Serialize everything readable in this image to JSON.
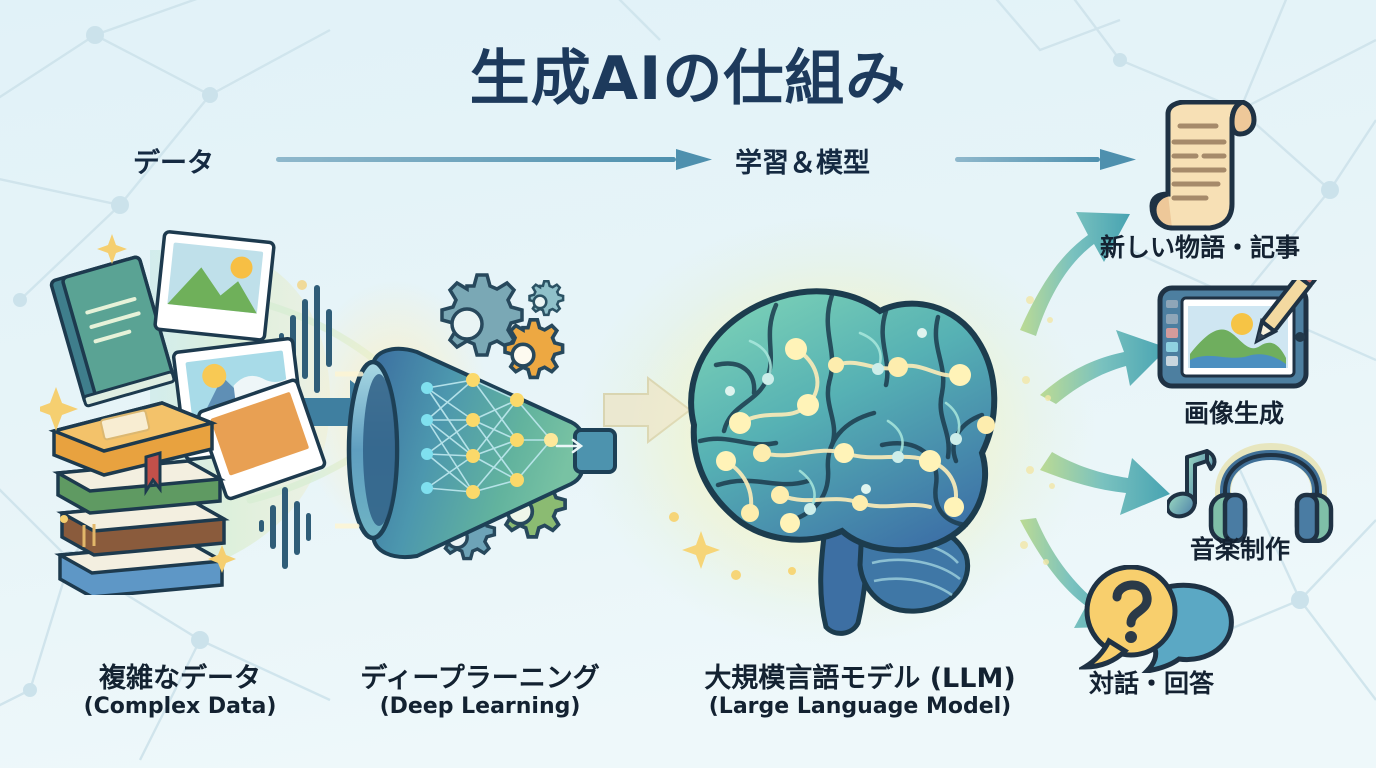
{
  "meta": {
    "title_jp": "生成AIの仕組み",
    "background_color": "#e4f3f8",
    "title_color": "#1d3a5c",
    "accent_teal": "#4a9fb5",
    "accent_green": "#9ccb7a",
    "accent_amber": "#efb44a"
  },
  "flow": {
    "top_labels": [
      {
        "id": "data",
        "text": "データ"
      },
      {
        "id": "train",
        "text": "学習＆模型"
      }
    ],
    "arrow_color": "#6ca3bd"
  },
  "stages": [
    {
      "id": "complex-data",
      "jp": "複雑なデータ",
      "en": "(Complex Data)",
      "icon": "books-photos-audio-icon"
    },
    {
      "id": "deep-learning",
      "jp": "ディープラーニング",
      "en": "(Deep Learning)",
      "icon": "funnel-neural-network-icon"
    },
    {
      "id": "llm",
      "jp": "大規模言語モデル (LLM)",
      "en": "(Large Language Model)",
      "icon": "brain-icon"
    }
  ],
  "outputs": [
    {
      "id": "text",
      "label": "新しい物語・記事",
      "icon": "scroll-icon"
    },
    {
      "id": "image",
      "label": "画像生成",
      "icon": "drawing-tablet-icon"
    },
    {
      "id": "music",
      "label": "音楽制作",
      "icon": "headphones-music-note-icon"
    },
    {
      "id": "chat",
      "label": "対話・回答",
      "icon": "chat-bubbles-question-icon"
    }
  ]
}
